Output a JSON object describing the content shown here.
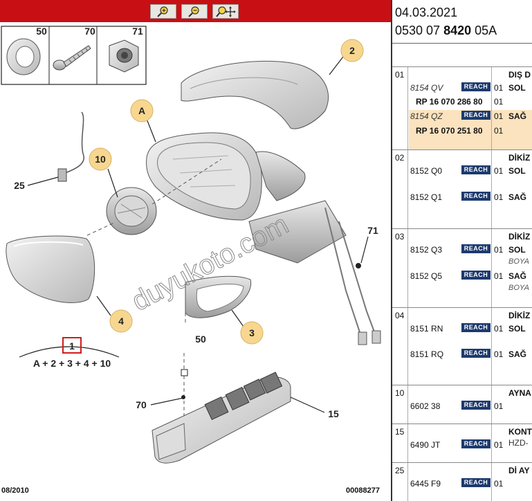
{
  "toolbar": {
    "zoom_in_icon": "zoom-in-icon",
    "zoom_out_icon": "zoom-out-icon",
    "zoom_move_icon": "zoom-move-icon",
    "color": "#c80f14"
  },
  "diagram": {
    "callouts": {
      "c50": "50",
      "c70": "70",
      "c71": "71",
      "c2": "2",
      "cA": "A",
      "c10": "10",
      "c25": "25",
      "c4": "4",
      "c3": "3",
      "c71b": "71",
      "c1": "1",
      "formula": "A + 2 + 3 + 4 + 10",
      "c50b": "50",
      "c70b": "70",
      "c15": "15"
    },
    "watermark": "duyukoto.com",
    "footer_left": "08/2010",
    "footer_right": "00088277"
  },
  "header": {
    "date": "04.03.2021",
    "ref_prefix": "0530 07 ",
    "ref_bold": "8420",
    "ref_suffix": " 05A"
  },
  "rows": {
    "r01": {
      "num": "01",
      "desc": "DIŞ D",
      "side1": "SOL",
      "side2": "SAĞ",
      "code1": "8154 QV",
      "reach1": "REACH",
      "qty1": "01",
      "rp1": "RP 16 070 286 80",
      "rpqty1": "01",
      "code2": "8154 QZ",
      "reach2": "REACH",
      "qty2": "01",
      "rp2": "RP 16 070 251 80",
      "rpqty2": "01"
    },
    "r02": {
      "num": "02",
      "desc": "DİKİZ",
      "code1": "8152 Q0",
      "reach1": "REACH",
      "qty1": "01",
      "side1": "SOL",
      "code2": "8152 Q1",
      "reach2": "REACH",
      "qty2": "01",
      "side2": "SAĞ"
    },
    "r03": {
      "num": "03",
      "desc": "DİKİZ",
      "code1": "8152 Q3",
      "reach1": "REACH",
      "qty1": "01",
      "side1": "SOL",
      "sub1": "BOYA",
      "code2": "8152 Q5",
      "reach2": "REACH",
      "qty2": "01",
      "side2": "SAĞ",
      "sub2": "BOYA"
    },
    "r04": {
      "num": "04",
      "desc": "DİKİZ",
      "code1": "8151 RN",
      "reach1": "REACH",
      "qty1": "01",
      "side1": "SOL",
      "code2": "8151 RQ",
      "reach2": "REACH",
      "qty2": "01",
      "side2": "SAĞ"
    },
    "r10": {
      "num": "10",
      "desc": "AYNA",
      "code": "6602 38",
      "reach": "REACH",
      "qty": "01"
    },
    "r15": {
      "num": "15",
      "desc": "KONT",
      "desc2": "HZD-",
      "code": "6490 JT",
      "reach": "REACH",
      "qty": "01"
    },
    "r25": {
      "num": "25",
      "desc": "Dİ AY",
      "code": "6445 F9",
      "reach": "REACH",
      "qty": "01"
    }
  }
}
